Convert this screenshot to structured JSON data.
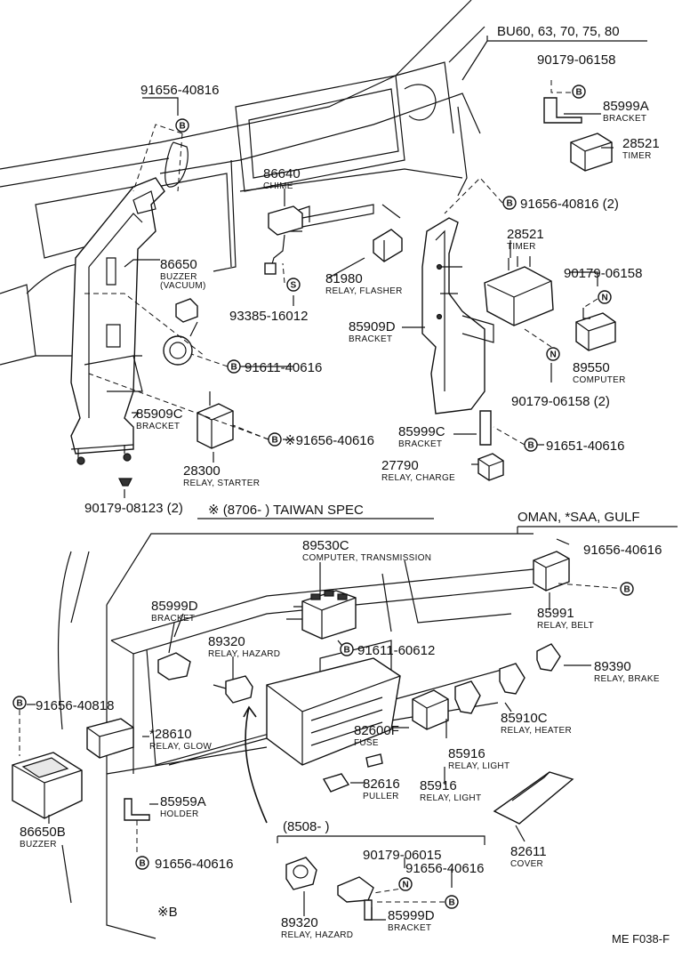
{
  "headers": {
    "bu": "BU60, 63, 70, 75, 80",
    "taiwan": "※ (8706-          ) TAIWAN SPEC",
    "oman": "OMAN,  *SAA, GULF",
    "range_8508": "(8508-          )",
    "note_b": "※B",
    "ref": "ME F038-F"
  },
  "markers": {
    "b": "B",
    "s": "S",
    "n": "N"
  },
  "parts": [
    {
      "id": "p-91656-40816-a",
      "number": "91656-40816",
      "desc": ""
    },
    {
      "id": "p-90179-06158-a",
      "number": "90179-06158",
      "desc": ""
    },
    {
      "id": "p-85999a",
      "number": "85999A",
      "desc": "BRACKET"
    },
    {
      "id": "p-28521-a",
      "number": "28521",
      "desc": "TIMER"
    },
    {
      "id": "p-86640",
      "number": "86640",
      "desc": "CHIME"
    },
    {
      "id": "p-91656-40816-b",
      "number": "91656-40816 (2)",
      "desc": ""
    },
    {
      "id": "p-28521-b",
      "number": "28521",
      "desc": "TIMER"
    },
    {
      "id": "p-90179-06158-b",
      "number": "90179-06158",
      "desc": ""
    },
    {
      "id": "p-86650",
      "number": "86650",
      "desc": "BUZZER"
    },
    {
      "id": "p-86650-sub",
      "number": "",
      "desc": "(VACUUM)"
    },
    {
      "id": "p-81980",
      "number": "81980",
      "desc": "RELAY, FLASHER"
    },
    {
      "id": "p-93385-16012",
      "number": "93385-16012",
      "desc": ""
    },
    {
      "id": "p-85909d",
      "number": "85909D",
      "desc": "BRACKET"
    },
    {
      "id": "p-91611-40616",
      "number": "91611-40616",
      "desc": ""
    },
    {
      "id": "p-89550",
      "number": "89550",
      "desc": "COMPUTER"
    },
    {
      "id": "p-90179-06158-c",
      "number": "90179-06158 (2)",
      "desc": ""
    },
    {
      "id": "p-85909c",
      "number": "85909C",
      "desc": "BRACKET"
    },
    {
      "id": "p-91656-40616-a",
      "number": "※91656-40616",
      "desc": ""
    },
    {
      "id": "p-85999c",
      "number": "85999C",
      "desc": "BRACKET"
    },
    {
      "id": "p-91651-40616",
      "number": "91651-40616",
      "desc": ""
    },
    {
      "id": "p-28300",
      "number": "28300",
      "desc": "RELAY, STARTER"
    },
    {
      "id": "p-27790",
      "number": "27790",
      "desc": "RELAY, CHARGE"
    },
    {
      "id": "p-90179-08123",
      "number": "90179-08123 (2)",
      "desc": ""
    },
    {
      "id": "p-89530c",
      "number": "89530C",
      "desc": "COMPUTER, TRANSMISSION"
    },
    {
      "id": "p-91656-40616-b",
      "number": "91656-40616",
      "desc": ""
    },
    {
      "id": "p-85999d-a",
      "number": "85999D",
      "desc": "BRACKET"
    },
    {
      "id": "p-85991",
      "number": "85991",
      "desc": "RELAY, BELT"
    },
    {
      "id": "p-89320-a",
      "number": "89320",
      "desc": "RELAY, HAZARD"
    },
    {
      "id": "p-91611-60612",
      "number": "91611-60612",
      "desc": ""
    },
    {
      "id": "p-89390",
      "number": "89390",
      "desc": "RELAY, BRAKE"
    },
    {
      "id": "p-91656-40818",
      "number": "91656-40818",
      "desc": ""
    },
    {
      "id": "p-85910c",
      "number": "85910C",
      "desc": "RELAY, HEATER"
    },
    {
      "id": "p-28610",
      "number": "*28610",
      "desc": "RELAY, GLOW"
    },
    {
      "id": "p-82600f",
      "number": "82600F",
      "desc": "FUSE"
    },
    {
      "id": "p-85916-a",
      "number": "85916",
      "desc": "RELAY, LIGHT"
    },
    {
      "id": "p-82616",
      "number": "82616",
      "desc": "PULLER"
    },
    {
      "id": "p-85916-b",
      "number": "85916",
      "desc": "RELAY, LIGHT"
    },
    {
      "id": "p-85959a",
      "number": "85959A",
      "desc": "HOLDER"
    },
    {
      "id": "p-86650b",
      "number": "86650B",
      "desc": "BUZZER"
    },
    {
      "id": "p-82611",
      "number": "82611",
      "desc": "COVER"
    },
    {
      "id": "p-91656-40616-c",
      "number": "91656-40616",
      "desc": ""
    },
    {
      "id": "p-90179-06015",
      "number": "90179-06015",
      "desc": ""
    },
    {
      "id": "p-91656-40616-d",
      "number": "91656-40616",
      "desc": ""
    },
    {
      "id": "p-89320-b",
      "number": "89320",
      "desc": "RELAY, HAZARD"
    },
    {
      "id": "p-85999d-b",
      "number": "85999D",
      "desc": "BRACKET"
    }
  ]
}
